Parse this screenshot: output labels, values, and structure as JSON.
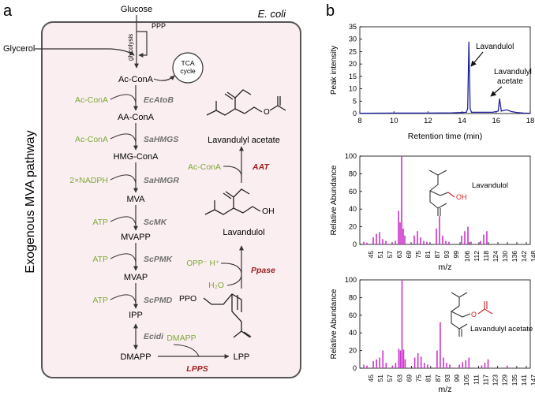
{
  "panel_a": {
    "label": "a",
    "organism": "E. coli",
    "side_title": "Exogenous MVA pathway",
    "inputs": {
      "glucose": "Glucose",
      "glycerol": "Glycerol"
    },
    "branches": {
      "glycolysis": "glycolysis",
      "ppp": "PPP",
      "tca": "TCA\ncycle"
    },
    "metabolites": [
      "Ac-ConA",
      "AA-ConA",
      "HMG-ConA",
      "MVA",
      "MVAPP",
      "MVAP",
      "IPP",
      "DMAPP"
    ],
    "steps": [
      {
        "cofactor": "Ac-ConA",
        "enzyme": "EcAtoB"
      },
      {
        "cofactor": "Ac-ConA",
        "enzyme": "SaHMGS"
      },
      {
        "cofactor": "2×NADPH",
        "enzyme": "SaHMGR"
      },
      {
        "cofactor": "ATP",
        "enzyme": "ScMK"
      },
      {
        "cofactor": "ATP",
        "enzyme": "ScPMK"
      },
      {
        "cofactor": "ATP",
        "enzyme": "ScPMD"
      }
    ],
    "idi_enzyme": "Ecidi",
    "lpps": {
      "cofactor": "DMAPP",
      "enzyme": "LPPS",
      "product": "LPP"
    },
    "ppase": {
      "released": "OPP⁻ H⁺",
      "water": "H₂O",
      "enzyme": "Ppase"
    },
    "aat": {
      "cofactor": "Ac-ConA",
      "enzyme": "AAT"
    },
    "products": {
      "lavandulol": "Lavandulol",
      "acetate": "Lavandulyl acetate"
    },
    "structure_labels": {
      "ppo": "PPO",
      "oh": "OH",
      "o": "O"
    },
    "colors": {
      "cofactor": "#7fa83c",
      "enzyme_gray": "#707070",
      "enzyme_red": "#9a1f1f",
      "cell_fill": "#fbeef0"
    }
  },
  "panel_b": {
    "label": "b",
    "gc": {
      "ylabel": "Peak intensity",
      "xlabel": "Retention time (min)",
      "xticks": [
        "8",
        "10",
        "12",
        "14",
        "16",
        "18"
      ],
      "yticks": [
        "0",
        "5",
        "10",
        "15",
        "20",
        "25",
        "30",
        "35"
      ],
      "annotations": [
        "Lavandulol",
        "Lavandulyl\nacetate"
      ]
    },
    "ms1": {
      "ylabel": "Relative Abundance",
      "xlabel": "m/z",
      "compound": "Lavandulol",
      "yticks": [
        "0",
        "20",
        "40",
        "60",
        "80",
        "100"
      ],
      "xticks": [
        "45",
        "51",
        "57",
        "63",
        "69",
        "75",
        "81",
        "87",
        "93",
        "99",
        "106",
        "112",
        "118",
        "124",
        "130",
        "136",
        "142",
        "148"
      ]
    },
    "ms2": {
      "ylabel": "Relative Abundance",
      "xlabel": "m/z",
      "compound": "Lavandulyl acetate",
      "yticks": [
        "0",
        "20",
        "40",
        "60",
        "80",
        "100"
      ],
      "xticks": [
        "45",
        "51",
        "57",
        "63",
        "69",
        "75",
        "81",
        "87",
        "93",
        "99",
        "105",
        "111",
        "117",
        "123",
        "129",
        "135",
        "141",
        "147"
      ]
    },
    "colors": {
      "gc": "#1f1fa0",
      "ms": "#cc33cc"
    }
  },
  "chart_data": [
    {
      "type": "line",
      "xlabel": "Retention time (min)",
      "ylabel": "Peak intensity",
      "xlim": [
        8,
        18
      ],
      "ylim": [
        0,
        35
      ],
      "x": [
        8.0,
        10.2,
        12.0,
        13.4,
        14.25,
        14.33,
        14.4,
        14.47,
        14.55,
        15.1,
        15.8,
        16.12,
        16.2,
        16.3,
        16.6,
        16.9,
        17.2,
        17.6,
        18.0
      ],
      "y": [
        0.1,
        0.2,
        0.2,
        0.3,
        0.5,
        2.0,
        29.0,
        2.0,
        0.5,
        0.5,
        0.5,
        1.0,
        6.0,
        1.0,
        1.5,
        0.8,
        0.4,
        0.2,
        0.1
      ]
    },
    {
      "type": "bar",
      "xlabel": "m/z",
      "ylabel": "Relative Abundance",
      "ylim": [
        0,
        100
      ],
      "x": [
        45,
        47,
        51,
        53,
        55,
        57,
        59,
        63,
        65,
        67,
        68,
        69,
        70,
        71,
        77,
        79,
        81,
        83,
        85,
        91,
        93,
        95,
        97,
        99,
        107,
        109,
        111,
        113,
        119,
        121,
        123
      ],
      "values": [
        3,
        2,
        8,
        12,
        14,
        6,
        4,
        2,
        4,
        38,
        25,
        100,
        18,
        10,
        10,
        15,
        8,
        4,
        3,
        18,
        32,
        10,
        4,
        3,
        10,
        15,
        20,
        3,
        4,
        11,
        15
      ]
    },
    {
      "type": "bar",
      "xlabel": "m/z",
      "ylabel": "Relative Abundance",
      "ylim": [
        0,
        100
      ],
      "x": [
        45,
        47,
        51,
        53,
        55,
        57,
        59,
        63,
        65,
        67,
        68,
        69,
        70,
        71,
        77,
        79,
        81,
        83,
        85,
        91,
        93,
        95,
        97,
        99,
        105,
        107,
        109,
        111,
        119,
        121,
        123,
        135
      ],
      "values": [
        4,
        3,
        8,
        10,
        12,
        20,
        6,
        3,
        6,
        22,
        20,
        100,
        21,
        10,
        12,
        17,
        13,
        6,
        4,
        20,
        52,
        12,
        6,
        4,
        4,
        7,
        9,
        12,
        3,
        6,
        10,
        3
      ]
    }
  ]
}
